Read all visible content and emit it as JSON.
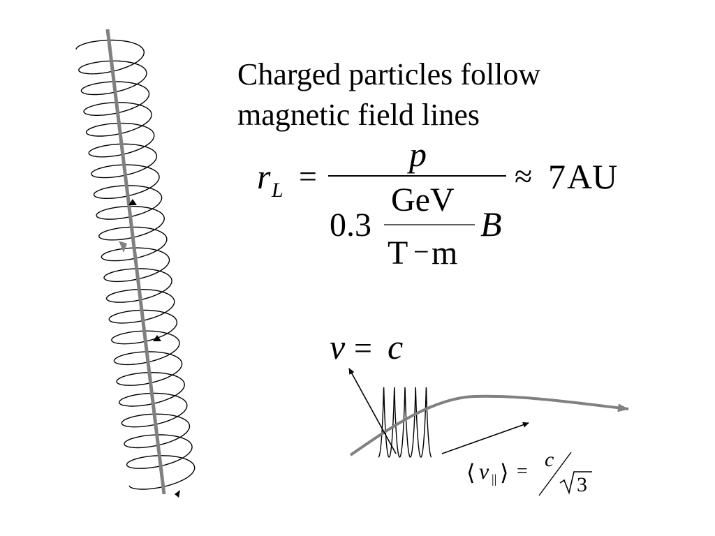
{
  "slide": {
    "title_line1": "Charged particles follow",
    "title_line2": "magnetic field lines"
  },
  "formula": {
    "lhs_symbol": "r",
    "lhs_subscript": "L",
    "equals": "=",
    "numerator": "p",
    "coefficient": "0.3",
    "unit_numerator": "GeV",
    "unit_denominator_left": "T",
    "unit_denominator_minus": "−",
    "unit_denominator_right": "m",
    "field_symbol": "B",
    "approx": "≈",
    "result_value": "7",
    "result_unit": "AU"
  },
  "speed": {
    "v": "v",
    "equals": "=",
    "c": "c"
  },
  "parallel_velocity": {
    "open_bracket": "⟨",
    "v": "v",
    "subscript": "||",
    "close_bracket": "⟩",
    "equals": "=",
    "numerator": "c",
    "denominator": "3"
  },
  "colors": {
    "field_line": "#808080",
    "helix": "#000000",
    "text": "#000000"
  }
}
